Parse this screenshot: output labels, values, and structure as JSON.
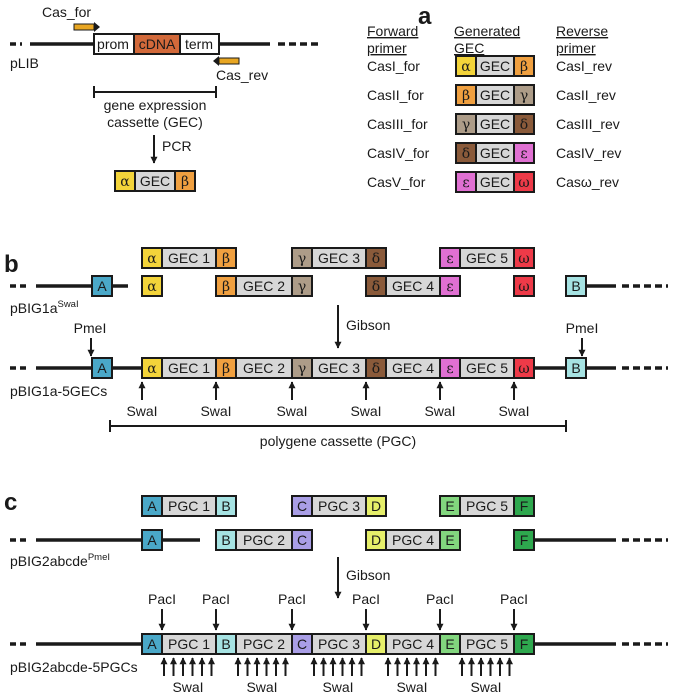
{
  "colors": {
    "alpha": "#f3d43a",
    "beta": "#f0a040",
    "gamma": "#ad9c88",
    "delta": "#8a5a3a",
    "epsilon": "#e070d2",
    "omega": "#ee3a48",
    "gec": "#d7d7d7",
    "cdna": "#d2693a",
    "primer": "#e8a622",
    "A": "#4aa8c8",
    "B": "#a6e3e3",
    "C": "#a99ee6",
    "D": "#e6ef6a",
    "E": "#82d67e",
    "F": "#2ea84e",
    "pgc": "#d7d7d7"
  },
  "panel_a": {
    "label": "a",
    "cas_for": "Cas_for",
    "cas_rev": "Cas_rev",
    "plasmid": "pLIB",
    "prom": "prom",
    "cdna": "cDNA",
    "term": "term",
    "cassette_line1": "gene expression",
    "cassette_line2": "cassette (GEC)",
    "pcr": "PCR",
    "product": {
      "left": "α",
      "mid": "GEC",
      "right": "β"
    },
    "table": {
      "headers": {
        "forward1": "Forward",
        "forward2": "primer",
        "generated1": "Generated",
        "generated2": "GEC",
        "reverse1": "Reverse",
        "reverse2": "primer"
      },
      "rows": [
        {
          "fwd": "CasI_for",
          "left": "α",
          "right": "β",
          "rev": "CasI_rev"
        },
        {
          "fwd": "CasII_for",
          "left": "β",
          "right": "γ",
          "rev": "CasII_rev"
        },
        {
          "fwd": "CasIII_for",
          "left": "γ",
          "right": "δ",
          "rev": "CasIII_rev"
        },
        {
          "fwd": "CasIV_for",
          "left": "δ",
          "right": "ε",
          "rev": "CasIV_rev"
        },
        {
          "fwd": "CasV_for",
          "left": "ε",
          "right": "ω",
          "rev": "Casω_rev"
        }
      ],
      "gec": "GEC"
    }
  },
  "panel_b": {
    "label": "b",
    "gec1": "GEC 1",
    "gec2": "GEC 2",
    "gec3": "GEC 3",
    "gec4": "GEC 4",
    "gec5": "GEC 5",
    "alpha": "α",
    "beta": "β",
    "gamma": "γ",
    "delta": "δ",
    "epsilon": "ε",
    "omega": "ω",
    "site_a": "A",
    "site_b": "B",
    "vector_name": "pBIG1a",
    "vector_sup": "SwaI",
    "gibson": "Gibson",
    "pme_left": "PmeI",
    "pme_right": "PmeI",
    "product_name": "pBIG1a-5GECs",
    "swa": "SwaI",
    "pgc_label": "polygene cassette (PGC)"
  },
  "panel_c": {
    "label": "c",
    "pgc1": "PGC 1",
    "pgc2": "PGC 2",
    "pgc3": "PGC 3",
    "pgc4": "PGC 4",
    "pgc5": "PGC 5",
    "site_a": "A",
    "site_b": "B",
    "site_c": "C",
    "site_d": "D",
    "site_e": "E",
    "site_f": "F",
    "vector_name": "pBIG2abcde",
    "vector_sup": "PmeI",
    "gibson": "Gibson",
    "pac": "PacI",
    "product_name": "pBIG2abcde-5PGCs",
    "swa": "SwaI"
  }
}
